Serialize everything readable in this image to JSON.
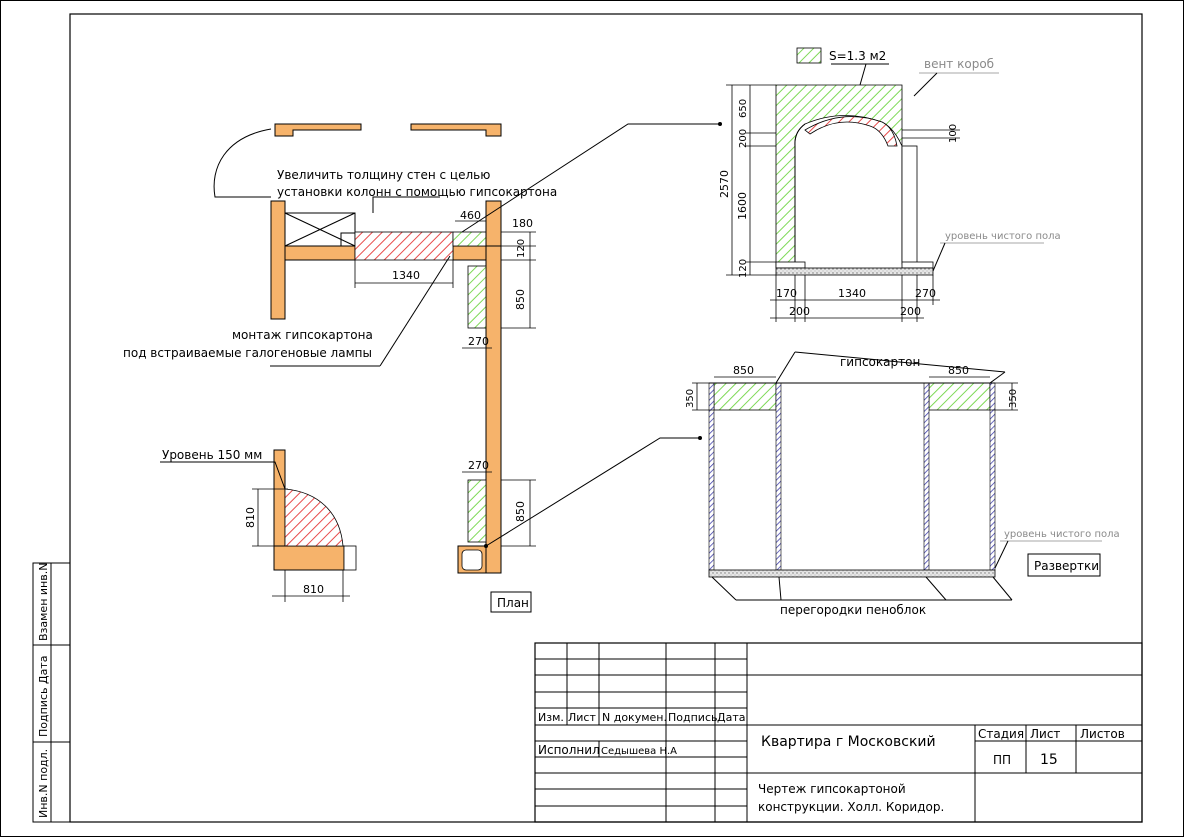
{
  "colors": {
    "wall": "#f6b36b",
    "drywall_hatch": "#7ed957",
    "lamp_hatch": "#e84b4b",
    "block_hatch": "#3a3aa8",
    "floor": "#d9d9d9"
  },
  "plan": {
    "note_walls_line1": "Увеличить толщину стен с целью",
    "note_walls_line2": "установки колонн с помощью гипсокартона",
    "note_lamps_line1": "монтаж гипсокартона",
    "note_lamps_line2": "под встраиваемые галогеновые лампы",
    "label": "План",
    "dims": {
      "d460": "460",
      "d180": "180",
      "d120": "120",
      "d1340": "1340",
      "d850a": "850",
      "d270a": "270",
      "d270b": "270",
      "d850b": "850"
    }
  },
  "level_detail": {
    "label": "Уровень 150 мм",
    "d810v": "810",
    "d810h": "810"
  },
  "elevation": {
    "legend_area": "S=1.3  м2",
    "vent_label": "вент  короб",
    "floor_label": "уровень чистого пола",
    "dims": {
      "h2570": "2570",
      "h650": "650",
      "h200": "200",
      "h1600": "1600",
      "h120": "120",
      "h100": "100",
      "w170": "170",
      "w1340": "1340",
      "w270": "270",
      "w200a": "200",
      "w200b": "200"
    }
  },
  "unfold": {
    "drywall_label": "гипсокартон",
    "partitions_label": "перегородки  пеноблок",
    "label": "Развертки",
    "floor_label": "уровень чистого пола",
    "dims": {
      "w850a": "850",
      "w850b": "850",
      "h350a": "350",
      "h350b": "350"
    }
  },
  "side_stamp": {
    "inv_sub": "Взамен  инв.N",
    "sign_date": "Подпись  Дата",
    "inv_orig": "Инв.N  подл."
  },
  "title_block": {
    "col_izm": "Изм.",
    "col_list": "Лист",
    "col_doc": "N  докумен.",
    "col_sign": "Подпись",
    "col_date": "Дата",
    "performer_role": "Исполнил",
    "performer_name": "Седышева  Н.А",
    "project": "Квартира  г  Московский",
    "stage_hdr": "Стадия",
    "sheet_hdr": "Лист",
    "sheets_hdr": "Листов",
    "stage": "ПП",
    "sheet": "15",
    "desc_line1": "Чертеж  гипсокартоной",
    "desc_line2": "конструкции.  Холл.  Коридор."
  }
}
